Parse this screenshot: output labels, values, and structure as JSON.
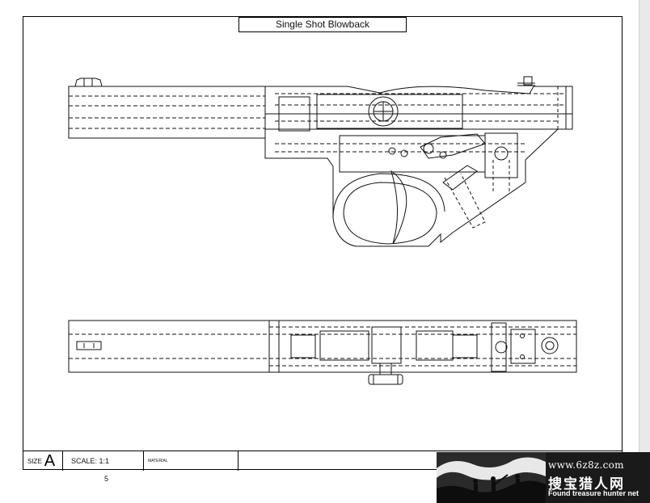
{
  "drawing": {
    "title": "Single Shot Blowback",
    "sheet_number": "5"
  },
  "title_block": {
    "size_label": "SIZE",
    "size_value": "A",
    "scale_label": "SCALE: 1:1",
    "material_label": "MATERIAL"
  },
  "watermark": {
    "url": "www.6z8z.com",
    "chinese_text": "搜宝猎人网",
    "english_text": "Found treasure hunter net"
  }
}
